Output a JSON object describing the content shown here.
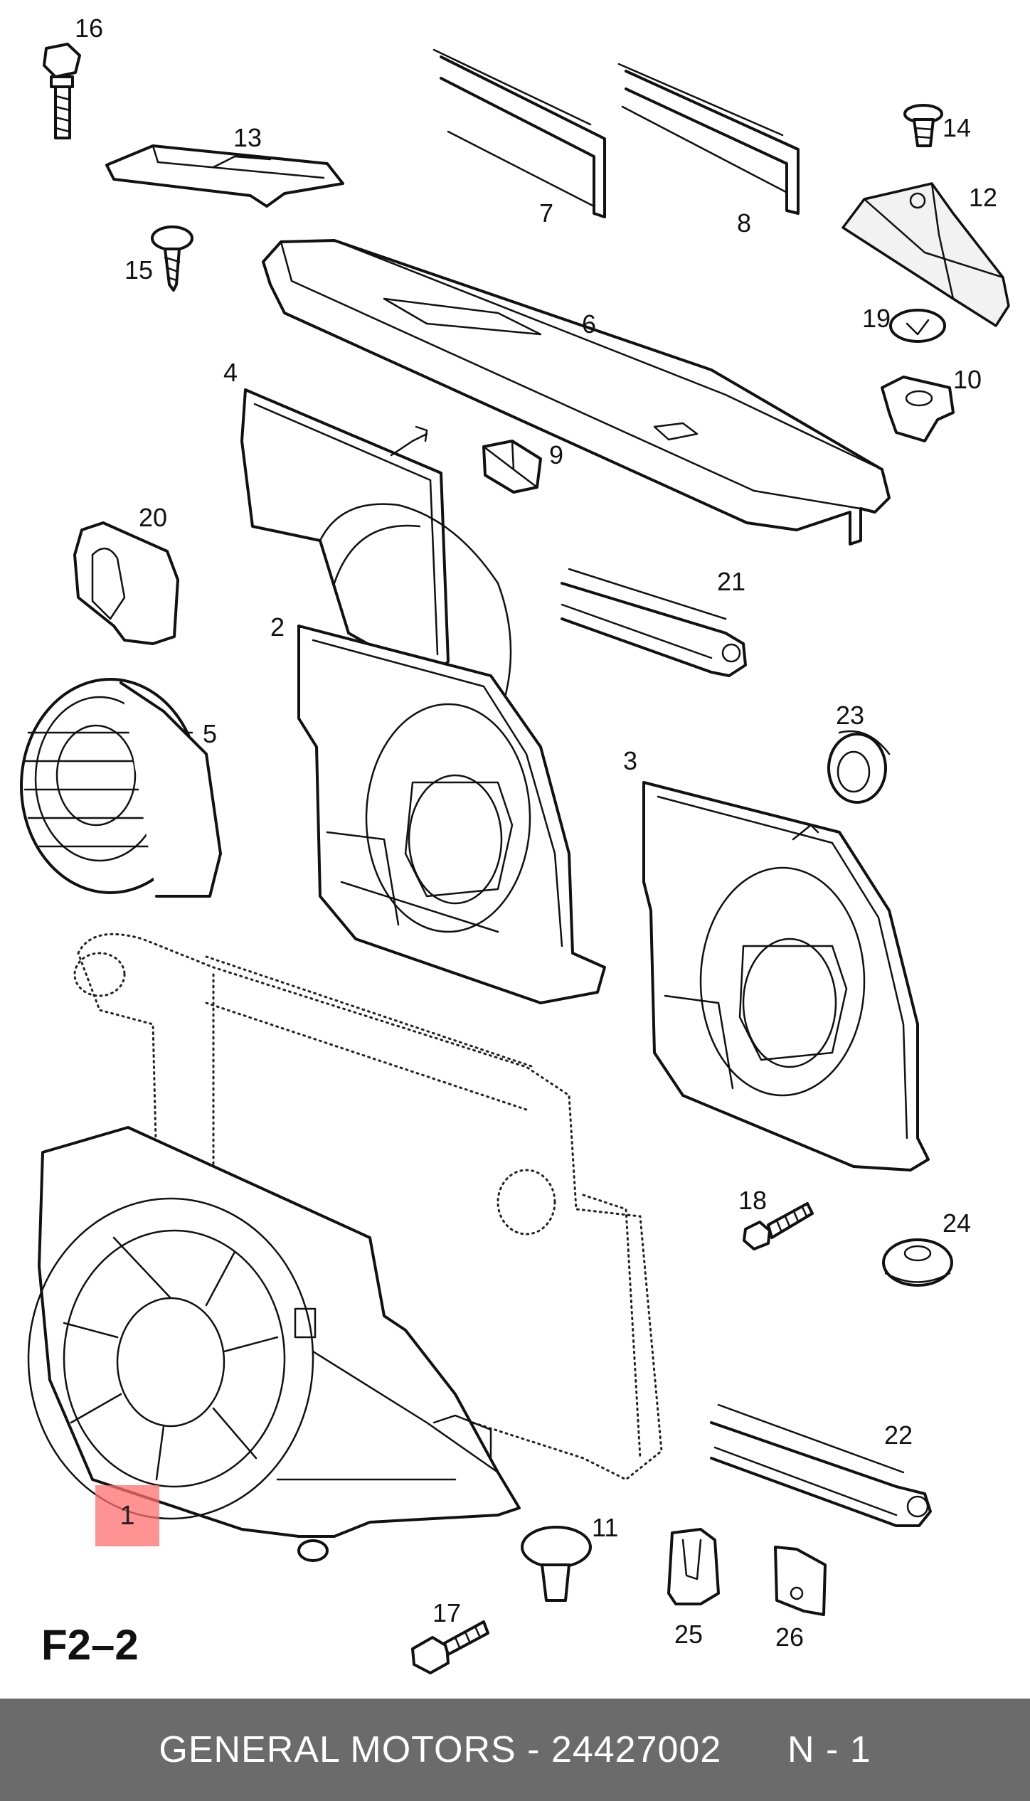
{
  "diagram": {
    "figure_code": "F2–2",
    "highlighted_callout": "1",
    "callouts": [
      "1",
      "2",
      "3",
      "4",
      "5",
      "6",
      "7",
      "8",
      "9",
      "10",
      "11",
      "12",
      "13",
      "14",
      "15",
      "16",
      "17",
      "18",
      "19",
      "20",
      "21",
      "22",
      "23",
      "24",
      "25",
      "26"
    ]
  },
  "footer": {
    "text": "GENERAL MOTORS - 24427002      N - 1"
  },
  "colors": {
    "footer_background": "#6b6b6b",
    "highlight": "#ff6e6e"
  }
}
